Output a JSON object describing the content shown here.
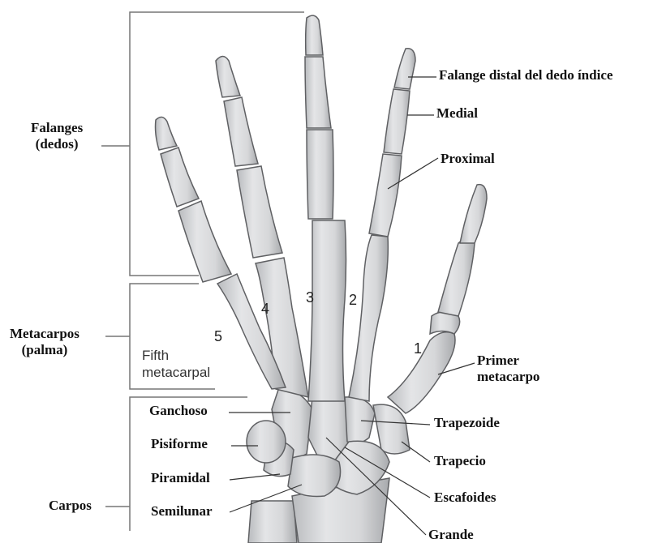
{
  "groups": {
    "phalanges": [
      "Falanges",
      "(dedos)"
    ],
    "metacarpals": [
      "Metacarpos",
      "(palma)"
    ],
    "carpals": "Carpos"
  },
  "labels": {
    "distal": "Falange distal del dedo índice",
    "medial": "Medial",
    "proximal": "Proximal",
    "first_metacarpal": [
      "Primer",
      "metacarpo"
    ],
    "fifth_metacarpal": [
      "Fifth",
      "metacarpal"
    ],
    "hamate": "Ganchoso",
    "pisiform": "Pisiforme",
    "triquetrum": "Piramidal",
    "lunate": "Semilunar",
    "trapezoid": "Trapezoide",
    "trapezium": "Trapecio",
    "scaphoid": "Escafoides",
    "capitate": "Grande"
  },
  "finger_numbers": [
    "1",
    "2",
    "3",
    "4",
    "5"
  ],
  "colors": {
    "bone": "#d8d9db",
    "bone_shadow": "#a9abae",
    "bone_outline": "#5f6063",
    "leader": "#333333"
  }
}
